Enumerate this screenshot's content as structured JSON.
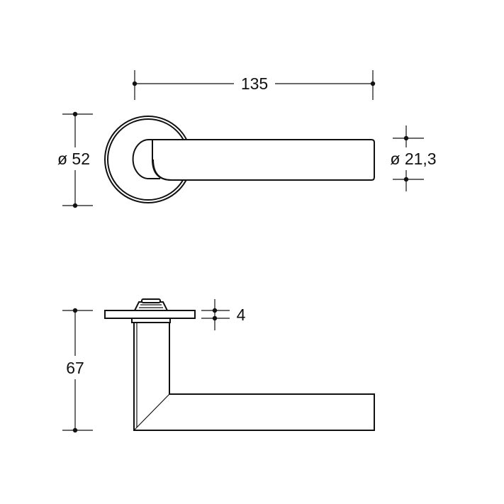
{
  "dimensions": {
    "length": "135",
    "rose_diameter": "ø 52",
    "grip_diameter": "ø 21,3",
    "rose_thickness": "4",
    "projection": "67"
  },
  "colors": {
    "line": "#111111",
    "background": "#ffffff"
  }
}
